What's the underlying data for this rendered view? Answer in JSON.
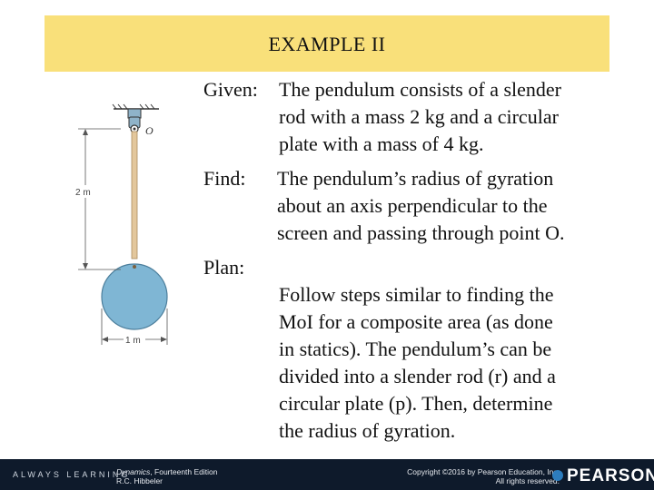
{
  "header": {
    "title": "EXAMPLE  II"
  },
  "given": {
    "label": "Given:",
    "lines": [
      "The pendulum consists of a slender",
      "rod with a mass 2 kg and a circular",
      "plate with a mass of 4 kg."
    ]
  },
  "find": {
    "label": "Find:",
    "lines": [
      "The pendulum’s radius of gyration",
      "about an axis perpendicular to the",
      "screen and passing through point O."
    ]
  },
  "plan": {
    "label": "Plan:",
    "lines": [
      "Follow steps similar to finding the",
      "MoI for a composite area (as done",
      "in statics). The pendulum’s can be",
      "divided into a slender rod (r) and a",
      "circular plate (p). Then, determine",
      "the radius of gyration."
    ]
  },
  "figure": {
    "pivot_label": "O",
    "rod_length_label": "2 m",
    "diameter_label": "1 m"
  },
  "footer": {
    "brand_tagline": "ALWAYS LEARNING",
    "book_title": "Dynamics",
    "book_edition": ", Fourteenth Edition",
    "author": "R.C. Hibbeler",
    "copyright_line1": "Copyright ©2016 by Pearson Education, Inc.",
    "copyright_line2": "All rights reserved.",
    "logo": "PEARSON"
  }
}
